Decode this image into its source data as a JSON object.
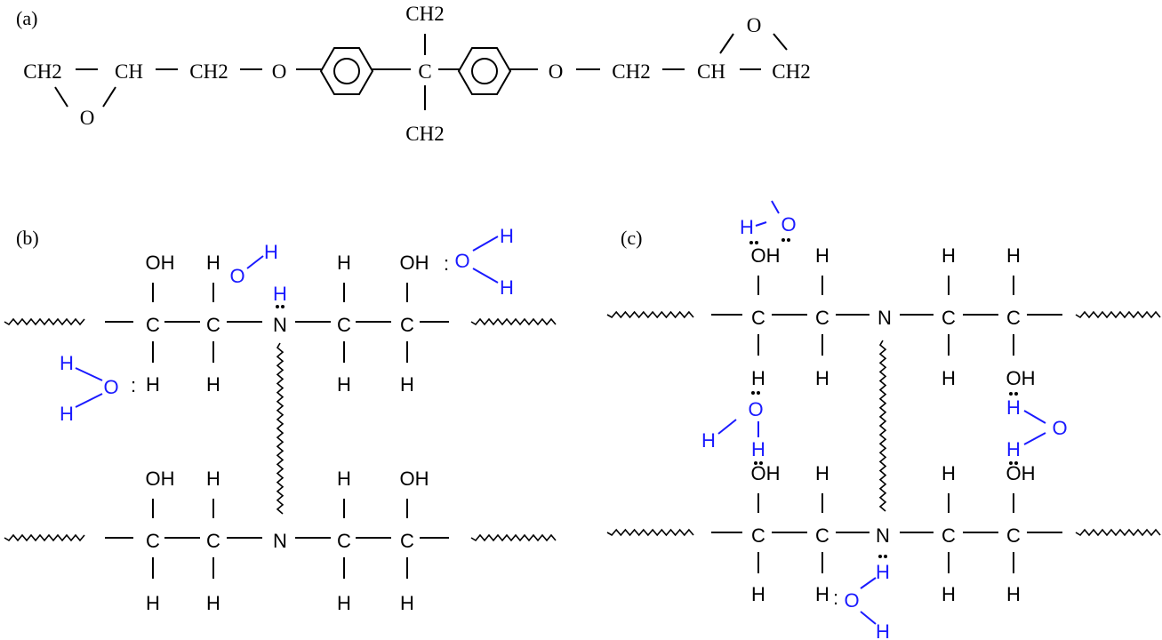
{
  "colors": {
    "bond": "#000000",
    "water": "#1a1aff"
  },
  "panels": {
    "a": {
      "label": "(a)",
      "atoms": [
        "CH2",
        "CH",
        "CH2",
        "O",
        "C",
        "O",
        "CH2",
        "CH",
        "CH2",
        "O",
        "O",
        "CH2",
        "CH2"
      ]
    },
    "b": {
      "label": "(b)",
      "atoms": [
        "C",
        "C",
        "N",
        "C",
        "C",
        "OH",
        "H",
        "H",
        "OH",
        "H",
        "H",
        "H",
        "H",
        "C",
        "C",
        "N",
        "C",
        "C",
        "OH",
        "H",
        "H",
        "OH",
        "H",
        "H",
        "H",
        "H",
        "H",
        "O",
        "H",
        "O",
        "H",
        "H",
        "H",
        "O",
        "H",
        ":",
        ":"
      ]
    },
    "c": {
      "label": "(c)",
      "atoms": [
        "C",
        "C",
        "N",
        "C",
        "C",
        "OH",
        "H",
        "H",
        "H",
        "H",
        "H",
        "H",
        "OH",
        "C",
        "C",
        "N",
        "C",
        "C",
        "OH",
        "H",
        "H",
        "OH",
        "H",
        "H",
        "H",
        "H",
        "H",
        "O",
        "O",
        "H",
        "H",
        "H",
        "O",
        "H",
        "H",
        "O",
        "H",
        ":"
      ]
    }
  }
}
